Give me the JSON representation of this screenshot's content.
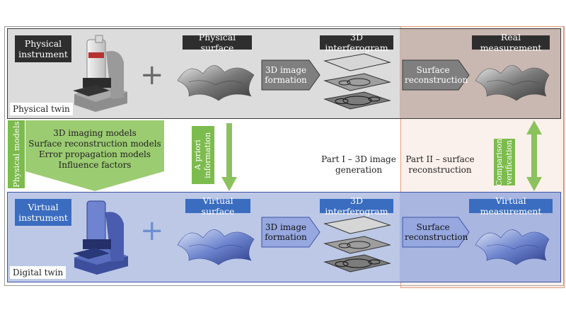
{
  "physical": {
    "instrument_label": "Physical instrument",
    "surface_label": "Physical surface",
    "interferogram_label": "3D interferogram",
    "formation_label": "3D image formation",
    "reconstruction_label": "Surface reconstruction",
    "measurement_label": "Real measurement",
    "twin_label": "Physical twin"
  },
  "digital": {
    "instrument_label": "Virtual instrument",
    "surface_label": "Virtual surface",
    "interferogram_label": "3D interferogram",
    "formation_label": "3D image formation",
    "reconstruction_label": "Surface reconstruction",
    "measurement_label": "Virtual measurement",
    "twin_label": "Digital twin"
  },
  "middle": {
    "physical_models_label": "Physical models",
    "models_list": [
      "3D imaging models",
      "Surface reconstruction models",
      "Error propagation models",
      "Influence factors"
    ],
    "a_priori_label": "A priori information",
    "part1_label": "Part I – 3D image generation",
    "part2_label": "Part II – surface reconstruction",
    "comparison_label": "Comparison verification"
  },
  "colors": {
    "physical_band": "#dcdcdc",
    "digital_band": "#bcc8e6",
    "green_accent": "#7cbb4d",
    "blue_label": "#3a6cc0",
    "dark_label": "#2e2e2e",
    "part2_border": "#e59a7c"
  }
}
